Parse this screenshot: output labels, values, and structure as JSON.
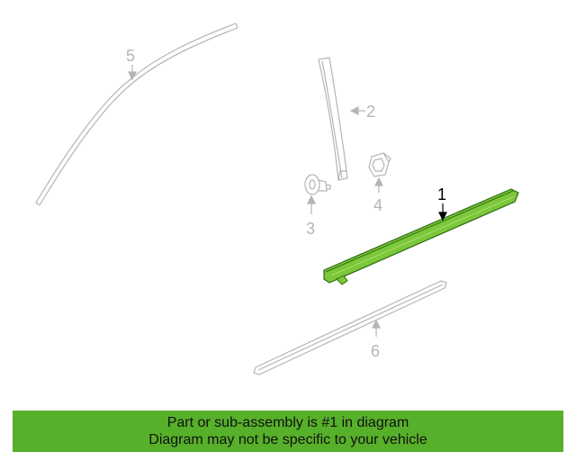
{
  "diagram": {
    "callouts": {
      "c1": "1",
      "c2": "2",
      "c3": "3",
      "c4": "4",
      "c5": "5",
      "c6": "6"
    },
    "colors": {
      "highlight_fill": "#7cc73a",
      "highlight_stroke": "#2f6d12",
      "ghost": "#b5b5b5"
    }
  },
  "banner": {
    "line1": "Part or sub-assembly is #1 in diagram",
    "line2": "Diagram may not be specific to your vehicle",
    "color": "#57b02a"
  }
}
